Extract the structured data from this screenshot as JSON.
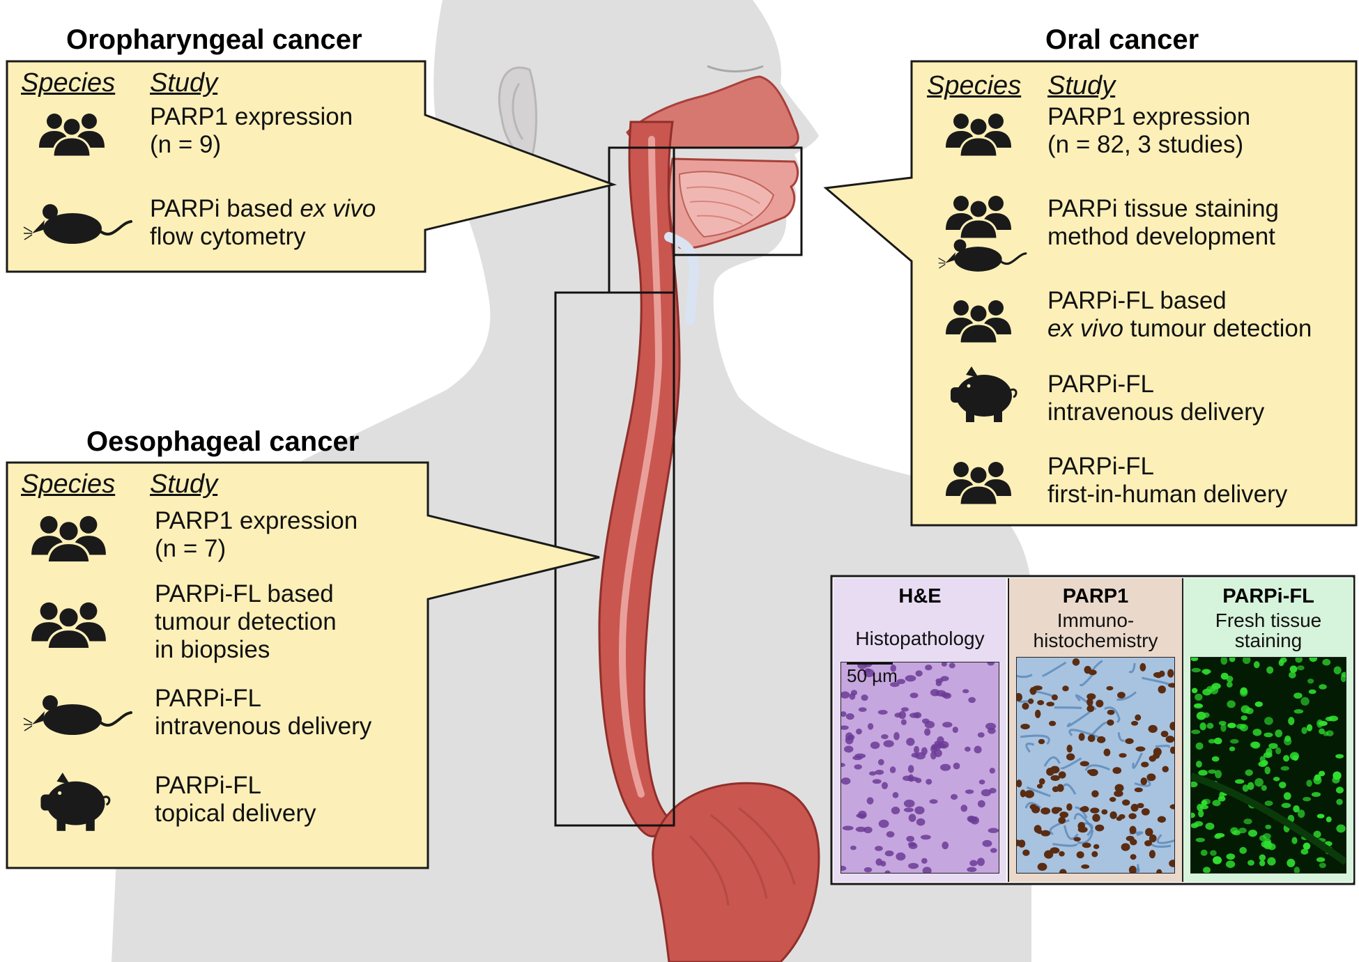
{
  "headings": {
    "oropharyngeal": "Oropharyngeal cancer",
    "oral": "Oral cancer",
    "oesophageal": "Oesophageal cancer"
  },
  "column_headers": {
    "species": "Species",
    "study": "Study"
  },
  "oropharyngeal": {
    "rows": [
      {
        "icon": "people-icon",
        "lines": [
          "PARP1 expression",
          "(n = 9)"
        ]
      },
      {
        "icon": "mouse-icon",
        "lines": [
          "PARPi based ex vivo",
          "flow cytometry"
        ]
      }
    ]
  },
  "oral": {
    "rows": [
      {
        "icon": "people-icon",
        "lines": [
          "PARP1 expression",
          "(n = 82, 3 studies)"
        ]
      },
      {
        "icon": "people-and-mouse-icon",
        "lines": [
          "PARPi tissue staining",
          "method development"
        ]
      },
      {
        "icon": "people-icon",
        "lines": [
          "PARPi-FL based",
          "ex vivo tumour detection"
        ]
      },
      {
        "icon": "pig-icon",
        "lines": [
          "PARPi-FL",
          "intravenous delivery"
        ]
      },
      {
        "icon": "people-icon",
        "lines": [
          "PARPi-FL",
          "first-in-human delivery"
        ]
      }
    ]
  },
  "oesophageal": {
    "rows": [
      {
        "icon": "people-icon",
        "lines": [
          "PARP1 expression",
          "(n = 7)"
        ]
      },
      {
        "icon": "people-icon",
        "lines": [
          "PARPi-FL based",
          "tumour detection",
          "in biopsies"
        ]
      },
      {
        "icon": "mouse-icon",
        "lines": [
          "PARPi-FL",
          "intravenous delivery"
        ]
      },
      {
        "icon": "pig-icon",
        "lines": [
          "PARPi-FL",
          "topical delivery"
        ]
      }
    ]
  },
  "micrographs": [
    {
      "title": "H&E",
      "subtitle": [
        "Histopathology"
      ],
      "scale_bar": "50 µm",
      "bg": "#e8dcf3",
      "tissue": "#8a5cae"
    },
    {
      "title": "PARP1",
      "subtitle": [
        "Immuno-",
        "histochemistry"
      ],
      "bg": "#ead9cb",
      "tissue": "#6e9ac6"
    },
    {
      "title": "PARPi-FL",
      "subtitle": [
        "Fresh tissue",
        "staining"
      ],
      "bg": "#d6f3db",
      "tissue": "#1db31d"
    }
  ],
  "colors": {
    "callout_fill": "#fcf0b8",
    "callout_stroke": "#1a1a1a",
    "body_silhouette": "#e0dfdf",
    "tract_red": "#c9564f",
    "tract_light": "#e9a09a"
  }
}
